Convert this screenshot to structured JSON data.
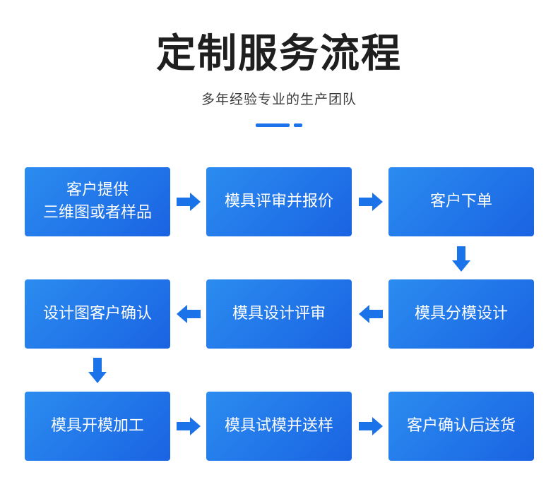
{
  "header": {
    "title": "定制服务流程",
    "subtitle": "多年经验专业的生产团队"
  },
  "steps": [
    {
      "line1": "客户提供",
      "line2": "三维图或者样品"
    },
    {
      "line1": "模具评审并报价",
      "line2": ""
    },
    {
      "line1": "客户下单",
      "line2": ""
    },
    {
      "line1": "模具分模设计",
      "line2": ""
    },
    {
      "line1": "模具设计评审",
      "line2": ""
    },
    {
      "line1": "设计图客户确认",
      "line2": ""
    },
    {
      "line1": "模具开模加工",
      "line2": ""
    },
    {
      "line1": "模具试模并送样",
      "line2": ""
    },
    {
      "line1": "客户确认后送货",
      "line2": ""
    }
  ],
  "colors": {
    "accent": "#1a73e8",
    "box_gradient_start": "#2b8cf0",
    "box_gradient_end": "#1a63e2",
    "arrow": "#1a73e8"
  },
  "icons": {
    "arrow": "block-arrow-icon"
  }
}
